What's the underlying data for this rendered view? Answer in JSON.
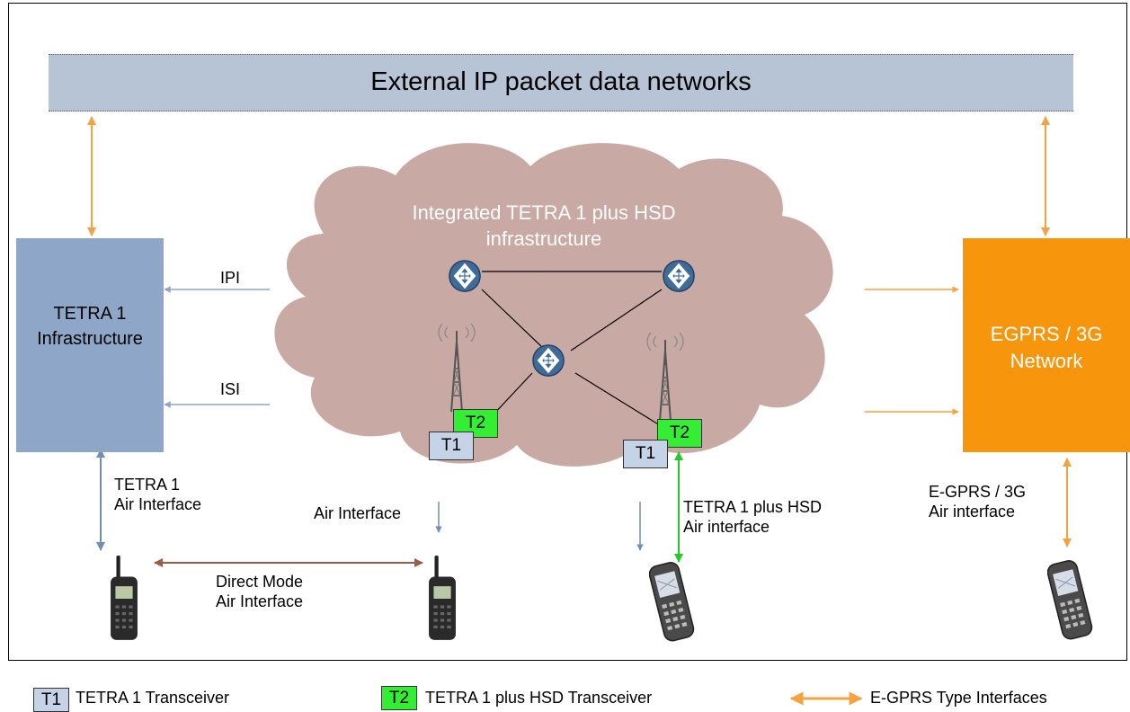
{
  "banner": {
    "label": "External IP packet data networks"
  },
  "cloud": {
    "title_line1": "Integrated TETRA 1 plus HSD",
    "title_line2": "infrastructure"
  },
  "tetra_infra": {
    "line1": "TETRA 1",
    "line2": "Infrastructure"
  },
  "egprs_network": {
    "line1": "EGPRS / 3G",
    "line2": "Network"
  },
  "interfaces": {
    "ipi": "IPI",
    "isi": "ISI",
    "tetra_air_line1": "TETRA 1",
    "tetra_air_line2": "Air Interface",
    "air_interface": "Air Interface",
    "direct_mode_line1": "Direct Mode",
    "direct_mode_line2": "Air Interface",
    "hsd_air_line1": "TETRA 1 plus HSD",
    "hsd_air_line2": "Air interface",
    "egprs_air_line1": "E-GPRS / 3G",
    "egprs_air_line2": "Air interface"
  },
  "transceivers": {
    "t1": "T1",
    "t2": "T2"
  },
  "legend": {
    "t1_badge": "T1",
    "t1_label": "TETRA 1 Transceiver",
    "t2_badge": "T2",
    "t2_label": "TETRA 1 plus HSD Transceiver",
    "egprs_label": "E-GPRS Type Interfaces"
  },
  "colors": {
    "banner": "#b7c4d6",
    "tetra_infra": "#8ea7c8",
    "egprs_network": "#f7960c",
    "cloud": "#c9a9a4",
    "t1": "#c5d3e6",
    "t2": "#33ee33",
    "orange_arrow": "#f4a340",
    "blue_arrow": "#8ea7c8",
    "brown_arrow": "#9b5a4a",
    "green_arrow": "#22cc22",
    "router": "#3f6b96"
  },
  "icons": [
    "router-icon",
    "radio-tower-icon",
    "handheld-radio-icon",
    "mobile-phone-icon"
  ]
}
